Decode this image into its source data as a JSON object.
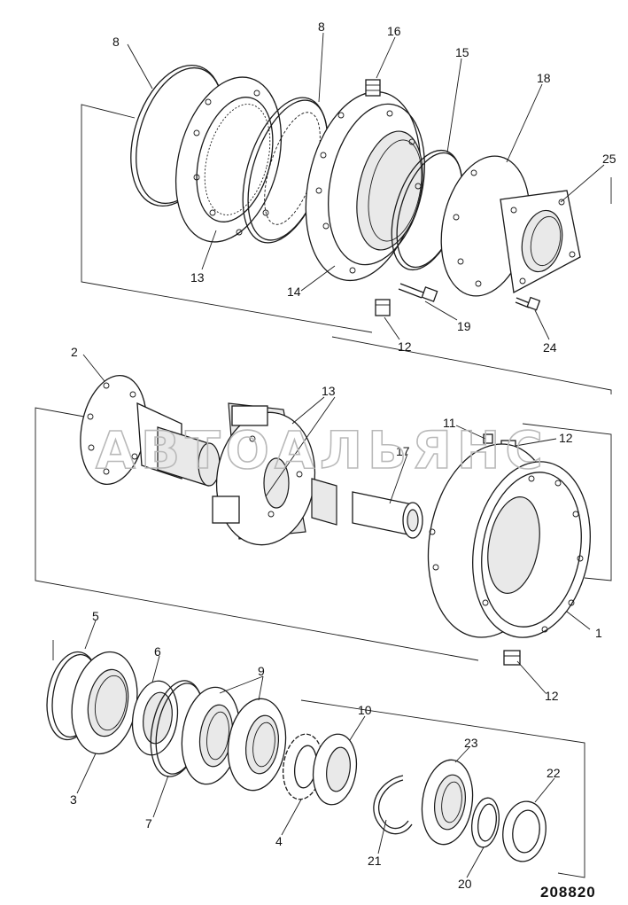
{
  "diagram": {
    "drawing_code": "208820",
    "watermark": "АВТОАЛЬЯНС",
    "callouts": {
      "top_8_left": "8",
      "top_8_right": "8",
      "top_16": "16",
      "top_15": "15",
      "top_18": "18",
      "top_25": "25",
      "top_13": "13",
      "top_14": "14",
      "top_19": "19",
      "top_12": "12",
      "top_24": "24",
      "mid_2": "2",
      "mid_13": "13",
      "mid_11": "11",
      "mid_12_top": "12",
      "mid_17": "17",
      "mid_1": "1",
      "mid_12_bottom": "12",
      "bot_5": "5",
      "bot_6": "6",
      "bot_9": "9",
      "bot_10": "10",
      "bot_23": "23",
      "bot_22": "22",
      "bot_3": "3",
      "bot_7": "7",
      "bot_4": "4",
      "bot_21": "21",
      "bot_20": "20"
    }
  }
}
